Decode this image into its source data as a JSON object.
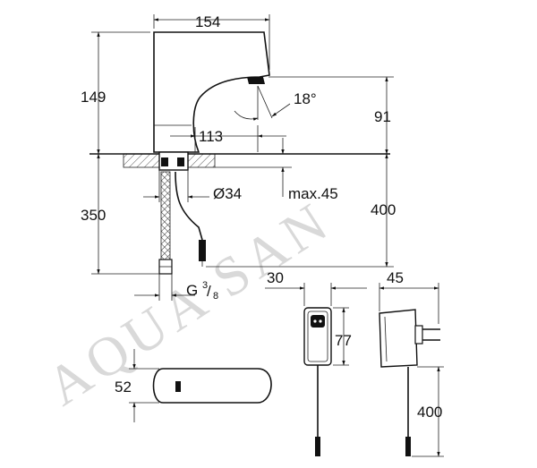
{
  "watermark": "AQUA SAN",
  "faucet": {
    "width": "154",
    "height_above_deck": "149",
    "spray_angle": "18°",
    "spout_height": "91",
    "spout_reach": "113",
    "hole_diameter": "Ø34",
    "max_deck_thickness": "max.45",
    "hose_length": "350",
    "cable_length": "400",
    "thread_prefix": "G",
    "thread_num": "3",
    "thread_den": "8"
  },
  "top_view": {
    "base_width": "52"
  },
  "power_adapter": {
    "thickness": "30",
    "depth": "45",
    "height": "77",
    "cable_length": "400"
  }
}
